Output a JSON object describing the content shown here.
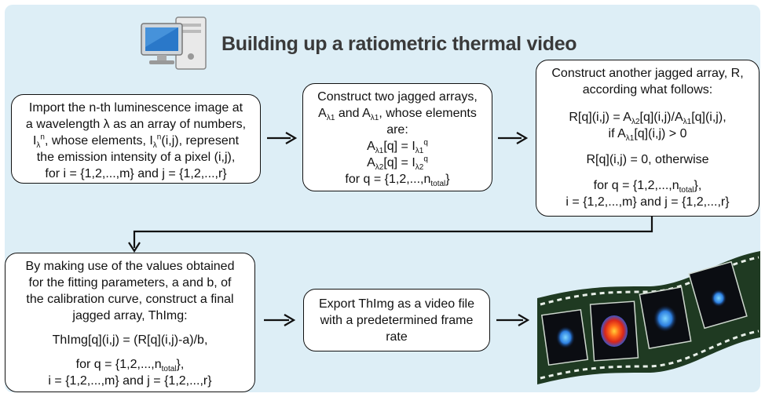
{
  "title": "Building up a ratiometric thermal video",
  "icons": {
    "computer": "desktop-computer-icon",
    "film": "film-strip-thermal-images"
  },
  "box1": {
    "l1": "Import the n-th luminescence image at",
    "l2": "a wavelength λ as an array of numbers,",
    "l3a": "I",
    "l3b": "λ",
    "l3c": "n",
    "l3d": ", whose elements, I",
    "l3e": "λ",
    "l3f": "n",
    "l3g": "(i,j), represent",
    "l4": "the emission intensity of a pixel (i,j),",
    "l5": "for i = {1,2,...,m} and j = {1,2,...,r}"
  },
  "box2": {
    "l1": "Construct two jagged arrays,",
    "l2a": "A",
    "l2b": "λ1",
    "l2c": " and A",
    "l2d": "λ1",
    "l2e": ", whose elements",
    "l3": "are:",
    "l4a": "A",
    "l4b": "λ1",
    "l4c": "[q] = I",
    "l4d": "λ1",
    "l4e": "q",
    "l5a": "A",
    "l5b": "λ2",
    "l5c": "[q] = I",
    "l5d": "λ2",
    "l5e": "q",
    "l6a": "for q = {1,2,...,n",
    "l6b": "total",
    "l6c": "}"
  },
  "box3": {
    "l1": "Construct another jagged array, R,",
    "l2": "according what follows:",
    "l3a": "R[q](i,j) = A",
    "l3b": "λ2",
    "l3c": "[q](i,j)/A",
    "l3d": "λ1",
    "l3e": "[q](i,j),",
    "l4a": "if A",
    "l4b": "λ1",
    "l4c": "[q](i,j) > 0",
    "l5": "R[q](i,j) = 0, otherwise",
    "l6a": "for q = {1,2,...,n",
    "l6b": "total",
    "l6c": "},",
    "l7": "i = {1,2,...,m} and j = {1,2,...,r}"
  },
  "box4": {
    "l1": "By making use of the values obtained",
    "l2": "for the fitting parameters, a and b, of",
    "l3": "the calibration curve, construct a final",
    "l4": "jagged array, ThImg:",
    "l5": "ThImg[q](i,j) = (R[q](i,j)-a)/b,",
    "l6a": "for q = {1,2,...,n",
    "l6b": "total",
    "l6c": "},",
    "l7": "i = {1,2,...,m} and j = {1,2,...,r}"
  },
  "box5": {
    "l1": "Export ThImg as a video file",
    "l2": "with a predetermined frame",
    "l3": "rate"
  },
  "colors": {
    "panel": "#ddeef6",
    "film": "#1f3a22",
    "hot": "#e33a1c",
    "cold": "#2f6fd0"
  }
}
